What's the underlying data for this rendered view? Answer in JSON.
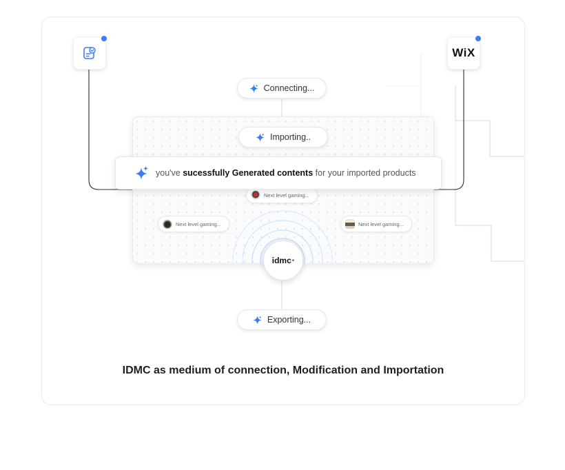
{
  "apps": {
    "left": {
      "icon": "form-check-icon"
    },
    "right": {
      "label": "WiX",
      "icon": "wix-logo-icon"
    }
  },
  "steps": {
    "connecting": "Connecting...",
    "importing": "Importing..",
    "exporting": "Exporting..."
  },
  "banner": {
    "prefix": "you've ",
    "bold": "sucessfully Generated contents",
    "suffix": " for your imported products"
  },
  "products": [
    {
      "label": "Next level gaming..."
    },
    {
      "label": "Next level gaming..."
    },
    {
      "label": "Next level gaming..."
    }
  ],
  "hub": {
    "label": "idmc"
  },
  "caption": "IDMC as medium of connection, Modification and Importation",
  "colors": {
    "accent": "#3b7cf7",
    "line": "#2a2f38",
    "faint": "#c9dcef"
  }
}
